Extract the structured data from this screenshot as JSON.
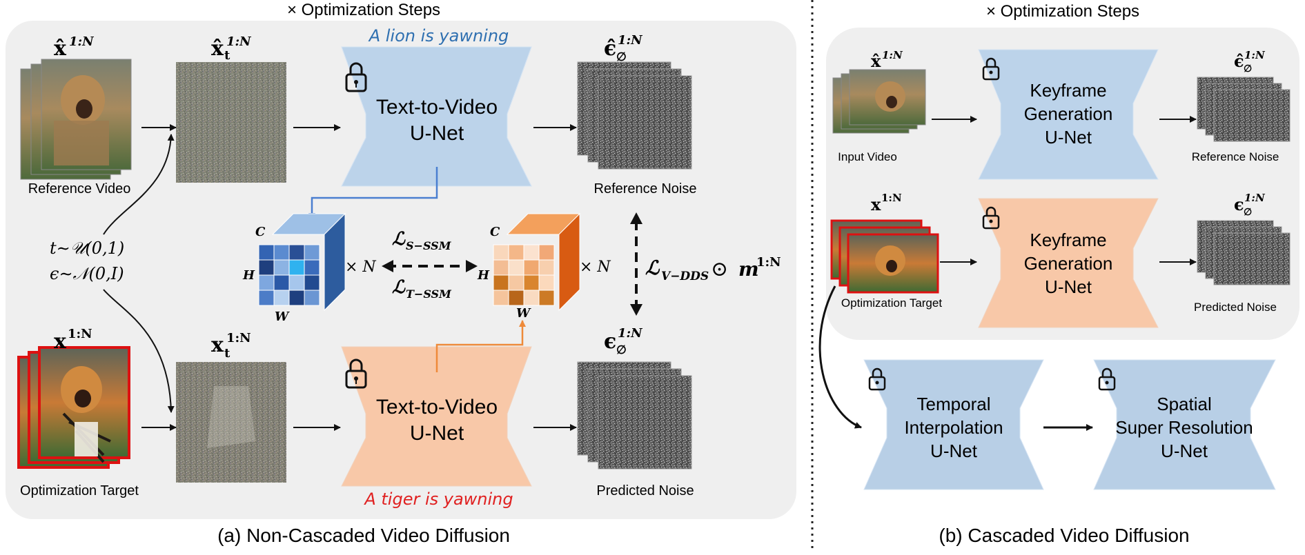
{
  "panel_a": {
    "header": "× Optimization Steps",
    "caption": "(a) Non-Cascaded Video Diffusion",
    "ref_video_label": "Reference Video",
    "opt_target_label": "Optimization Target",
    "ref_noise_label": "Reference Noise",
    "pred_noise_label": "Predicted Noise",
    "unet_top_line1": "Text-to-Video",
    "unet_top_line2": "U-Net",
    "unet_bottom_line1": "Text-to-Video",
    "unet_bottom_line2": "U-Net",
    "prompt_top": "A lion is yawning",
    "prompt_bottom": "A tiger is yawning",
    "sym_x_hat": "x̂",
    "sym_xt_hat": "x̂",
    "sym_x": "x",
    "sym_xt": "x",
    "sym_eps_hat": "ϵ̂",
    "sym_eps": "ϵ",
    "sup_1N": "1:N",
    "sub_t": "t",
    "sub_empty": "∅",
    "t_sample": "t∼𝒰(0,1)",
    "eps_sample": "ϵ∼𝒩(0,I)",
    "loss_s_ssm": "ℒ",
    "loss_s_ssm_sub": "S−SSM",
    "loss_t_ssm": "ℒ",
    "loss_t_ssm_sub": "T−SSM",
    "loss_vdds": "ℒ",
    "loss_vdds_sub": "V−DDS",
    "odot": "⊙",
    "mask_m": "m",
    "cube_c": "C",
    "cube_h": "H",
    "cube_w": "W",
    "times_n": "× N"
  },
  "panel_b": {
    "header": "× Optimization Steps",
    "caption": "(b) Cascaded Video Diffusion",
    "input_video_label": "Input Video",
    "opt_target_label": "Optimization Target",
    "ref_noise_label": "Reference Noise",
    "pred_noise_label": "Predicted Noise",
    "kf_top_line1": "Keyframe",
    "kf_top_line2": "Generation",
    "kf_top_line3": "U-Net",
    "kf_bottom_line1": "Keyframe",
    "kf_bottom_line2": "Generation",
    "kf_bottom_line3": "U-Net",
    "temporal_line1": "Temporal",
    "temporal_line2": "Interpolation",
    "temporal_line3": "U-Net",
    "spatial_line1": "Spatial",
    "spatial_line2": "Super Resolution",
    "spatial_line3": "U-Net",
    "sym_x_hat": "x̂",
    "sym_x": "x",
    "sym_eps_hat": "ϵ̂",
    "sym_eps": "ϵ",
    "sup_1N": "1:N",
    "sub_empty": "∅"
  },
  "colors": {
    "panel_bg": "#efefef",
    "unet_blue": "#bcd3ea",
    "unet_orange": "#f8c8a8",
    "unet_cascade": "#b8cfe6",
    "prompt_blue": "#2e6fb0",
    "prompt_red": "#e02020",
    "arrow_blue": "#4a7fd0",
    "arrow_orange": "#ee8a3a",
    "frame_red": "#dd1111"
  }
}
